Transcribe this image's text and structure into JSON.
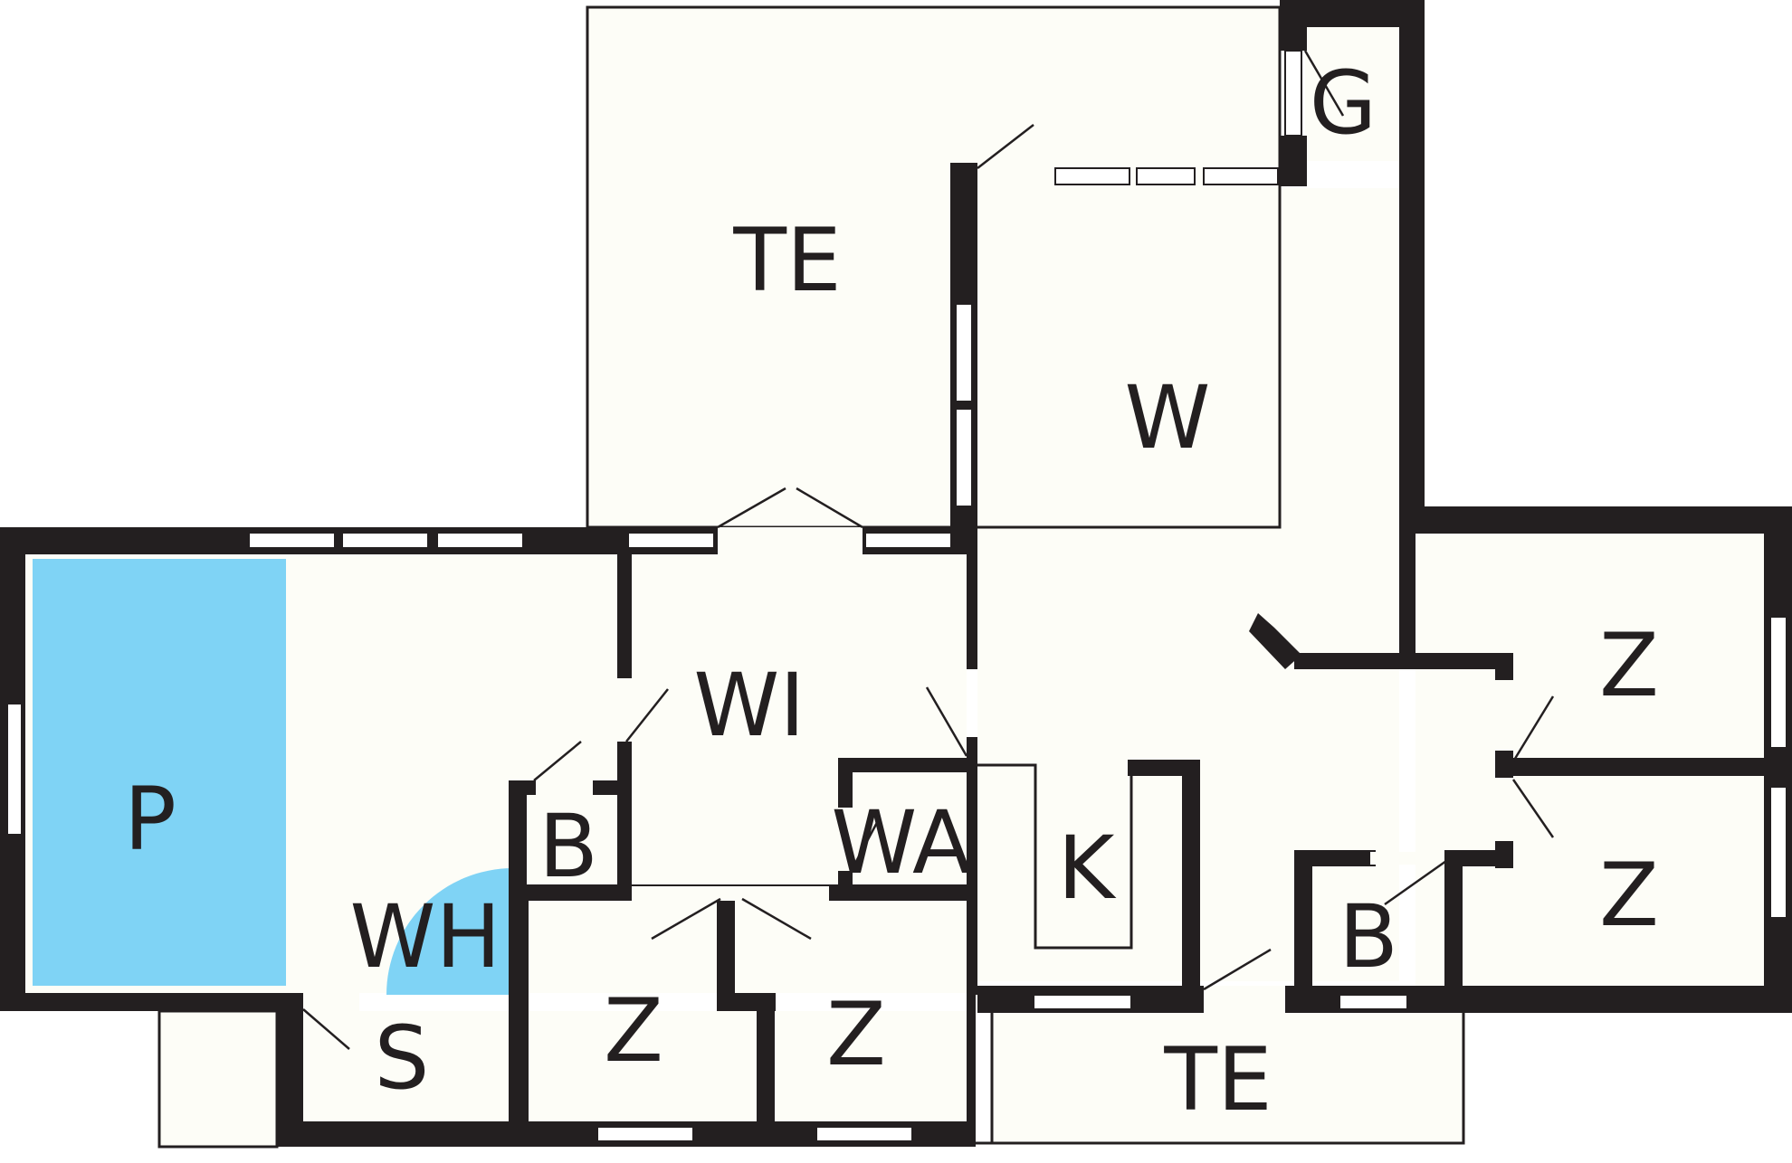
{
  "colors": {
    "wall": "#231f20",
    "floor": "#fdfdf7",
    "pool": "#7fd3f5"
  },
  "rooms": {
    "te_top": "TE",
    "g": "G",
    "w": "W",
    "wi": "WI",
    "p": "P",
    "wh": "WH",
    "b_left": "B",
    "wa": "WA",
    "k": "K",
    "z_right_top": "Z",
    "z_right_bottom": "Z",
    "b_right": "B",
    "s": "S",
    "z_bottom_left": "Z",
    "z_bottom_mid": "Z",
    "te_bottom": "TE"
  }
}
